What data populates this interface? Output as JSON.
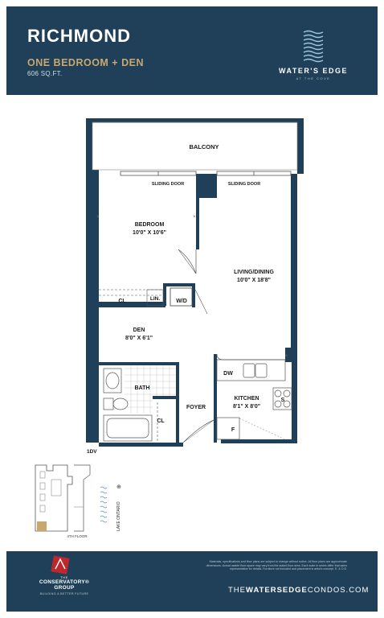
{
  "header": {
    "unit_name": "RICHMOND",
    "unit_type": "ONE BEDROOM + DEN",
    "area": "606 SQ.FT.",
    "brand": "WATER'S EDGE",
    "brand_sub": "AT THE COVE",
    "colors": {
      "band": "#1f4058",
      "accent": "#c8a86e",
      "text": "#ffffff"
    }
  },
  "rooms": {
    "balcony": "BALCONY",
    "sliding_door_left": "SLIDING DOOR",
    "sliding_door_right": "SLIDING DOOR",
    "bedroom": "BEDROOM",
    "bedroom_dims": "10'0\" X 10'6\"",
    "living": "LIVING/DINING",
    "living_dims": "10'0\" X 18'8\"",
    "cl_upper": "CL",
    "lin": "LIN.",
    "wd": "W/D",
    "den": "DEN",
    "den_dims": "8'0\" X 6'1\"",
    "bath": "BATH",
    "cl_lower": "CL",
    "foyer": "FOYER",
    "kitchen": "KITCHEN",
    "kitchen_dims": "8'1\" X 8'0\"",
    "dw": "DW",
    "s": "S",
    "f": "F"
  },
  "unit_code": "1DV",
  "keyplan": {
    "floor": "4TH FLOOR",
    "lake": "LAKE ONTARIO"
  },
  "footer": {
    "developer_the": "THE",
    "developer_name": "CONSERVATORY® GROUP",
    "developer_tag": "BUILDING A BETTER FUTURE",
    "url_prefix": "THE",
    "url_bold": "WATERSEDGE",
    "url_suffix": "CONDOS.COM",
    "disclaimer": "Materials, specifications and floor plans are subject to change without notice. All floor plans are approximate dimensions. Actual usable floor space may vary from the stated floor area. Each suite in series differ that sales representative for details. Furniture not included and placement is artist's concept. E. & O.E."
  }
}
